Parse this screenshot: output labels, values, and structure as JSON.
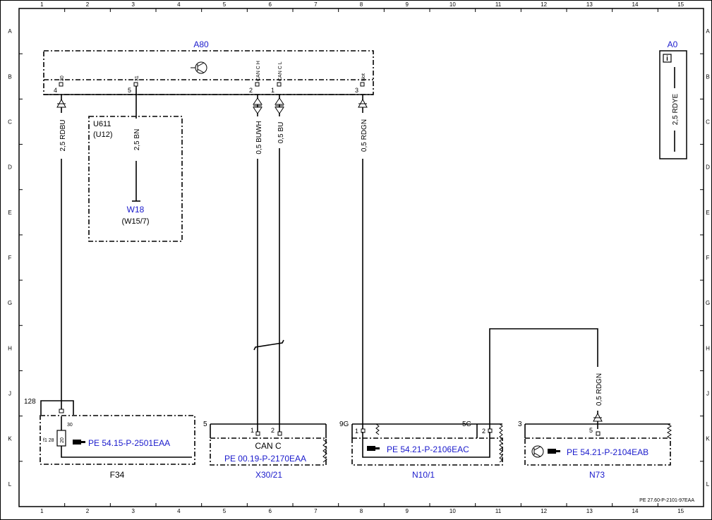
{
  "grid": {
    "columns": [
      "1",
      "2",
      "3",
      "4",
      "5",
      "6",
      "7",
      "8",
      "9",
      "10",
      "11",
      "12",
      "13",
      "14",
      "15"
    ],
    "rows": [
      "A",
      "B",
      "C",
      "D",
      "E",
      "F",
      "G",
      "H",
      "J",
      "K",
      "L"
    ]
  },
  "components": {
    "a80": {
      "name": "A80",
      "pins": [
        {
          "num": "4",
          "name": "30"
        },
        {
          "num": "5",
          "name": "31"
        },
        {
          "num": "2",
          "name": "CAN C H"
        },
        {
          "num": "1",
          "name": "CAN C L"
        },
        {
          "num": "3",
          "name": "Not"
        }
      ]
    },
    "a0": {
      "name": "A0",
      "info_icon": "i",
      "wire": "2,5 RDYE"
    },
    "u611": {
      "name": "U611",
      "alt": "(U12)"
    },
    "w18": {
      "name": "W18",
      "alt": "(W15/7)"
    },
    "f34": {
      "name": "F34",
      "ref": "PE 54.15-P-2501EAA",
      "fuse_id": "f1 28",
      "fuse_value": "20",
      "pin_top": "30",
      "terminal": "128"
    },
    "x30_21": {
      "name": "X30/21",
      "title": "CAN C",
      "ref": "PE 00.19-P-2170EAA",
      "connector": "5",
      "pins": [
        "1",
        "2"
      ]
    },
    "n10_1": {
      "name": "N10/1",
      "ref": "PE 54.21-P-2106EAC",
      "pin_left_conn": "9G",
      "pin_left": "1",
      "pin_right_conn": "5C",
      "pin_right": "2"
    },
    "n73": {
      "name": "N73",
      "ref": "PE 54.21-P-2104EAB",
      "connector": "3",
      "pin": "5"
    }
  },
  "wires": {
    "rdbu": "2,5 RDBU",
    "bn": "2,5 BN",
    "buwh": "0,5 BUWH",
    "bu": "0,5 BU",
    "rdgn_a80": "0,5 RDGN",
    "rdgn_n73": "0,5 RDGN"
  },
  "footer": {
    "doc_ref": "PE 27.60-P-2101-97EAA"
  },
  "colors": {
    "line": "#000000",
    "component_label": "#1a1acc"
  }
}
